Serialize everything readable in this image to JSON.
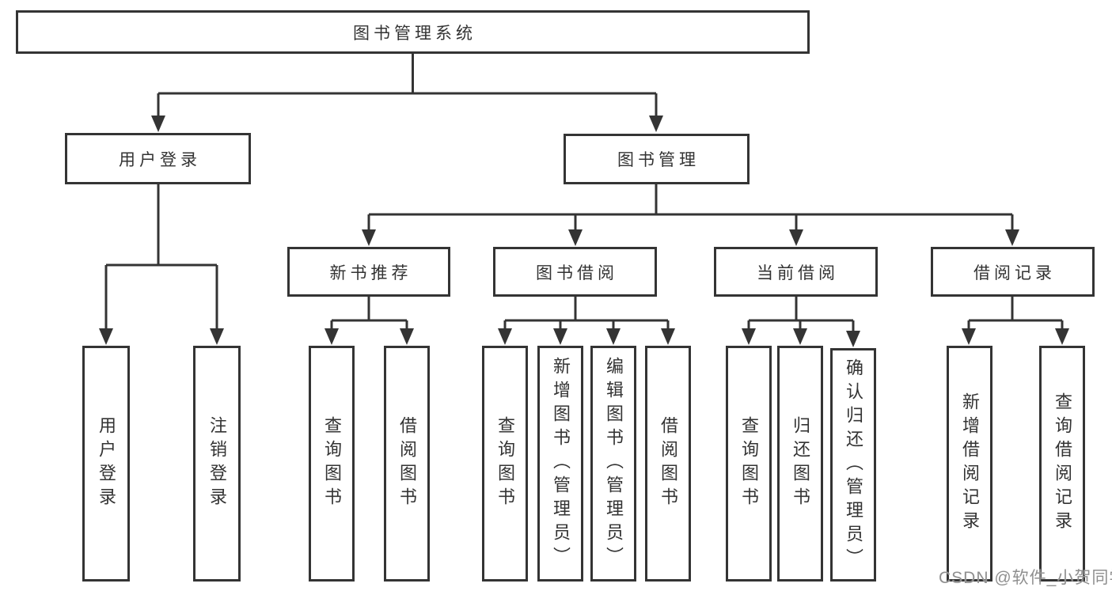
{
  "colors": {
    "line": "#343434",
    "text": "#333333",
    "bg": "#ffffff",
    "watermark": "#8f8f8f"
  },
  "watermark": "CSDN @软件_小贺同学",
  "tree": {
    "label": "图书管理系统",
    "children": [
      {
        "label": "用户登录",
        "children": [
          {
            "label": "用户登录"
          },
          {
            "label": "注销登录"
          }
        ]
      },
      {
        "label": "图书管理",
        "children": [
          {
            "label": "新书推荐",
            "children": [
              {
                "label": "查询图书"
              },
              {
                "label": "借阅图书"
              }
            ]
          },
          {
            "label": "图书借阅",
            "children": [
              {
                "label": "查询图书"
              },
              {
                "label": "新增图书（管理员）"
              },
              {
                "label": "编辑图书（管理员）"
              },
              {
                "label": "借阅图书"
              }
            ]
          },
          {
            "label": "当前借阅",
            "children": [
              {
                "label": "查询图书"
              },
              {
                "label": "归还图书"
              },
              {
                "label": "确认归还（管理员）"
              }
            ]
          },
          {
            "label": "借阅记录",
            "children": [
              {
                "label": "新增借阅记录"
              },
              {
                "label": "查询借阅记录"
              }
            ]
          }
        ]
      }
    ]
  }
}
